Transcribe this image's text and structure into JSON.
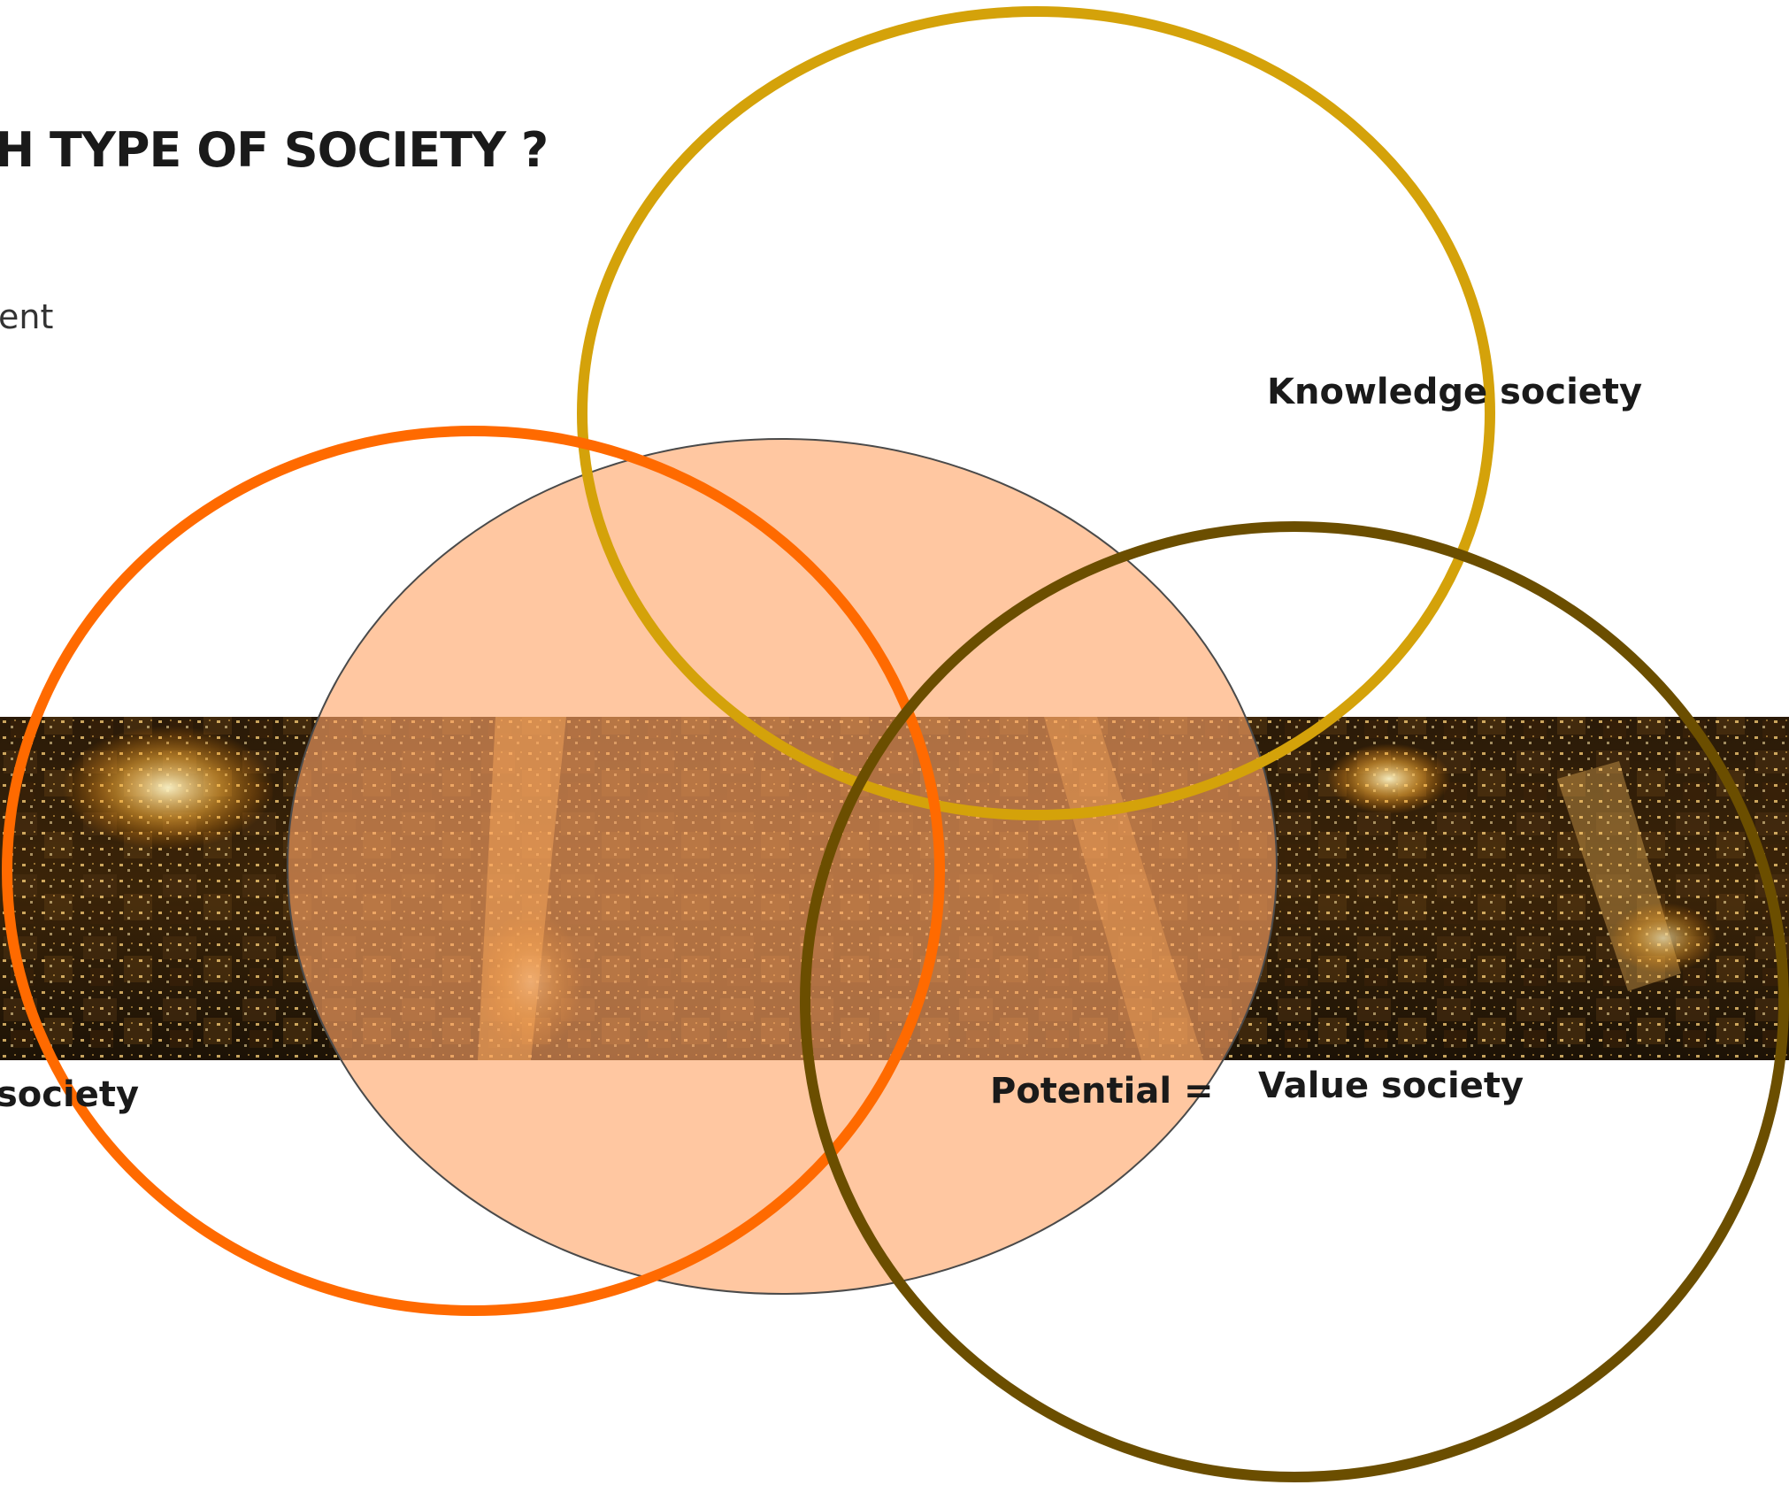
{
  "slide": {
    "title": "H TYPE OF SOCIETY ?",
    "subtext": "ent"
  },
  "diagram": {
    "circles": [
      {
        "name": "knowledge-circle",
        "label": "Knowledge society",
        "color": "#D4A20A"
      },
      {
        "name": "left-circle",
        "label": "society",
        "color": "#FF6A00"
      },
      {
        "name": "value-circle",
        "label": "Value society",
        "color": "#6B4E00"
      },
      {
        "name": "potential-ellipse",
        "label": "Potential =",
        "color": "#FFA468"
      }
    ],
    "labels": {
      "knowledge": "Knowledge society",
      "value": "Value society",
      "potential": "Potential =",
      "left": "society"
    }
  },
  "image_band": {
    "description_icon": "city-night-aerial-photo"
  }
}
